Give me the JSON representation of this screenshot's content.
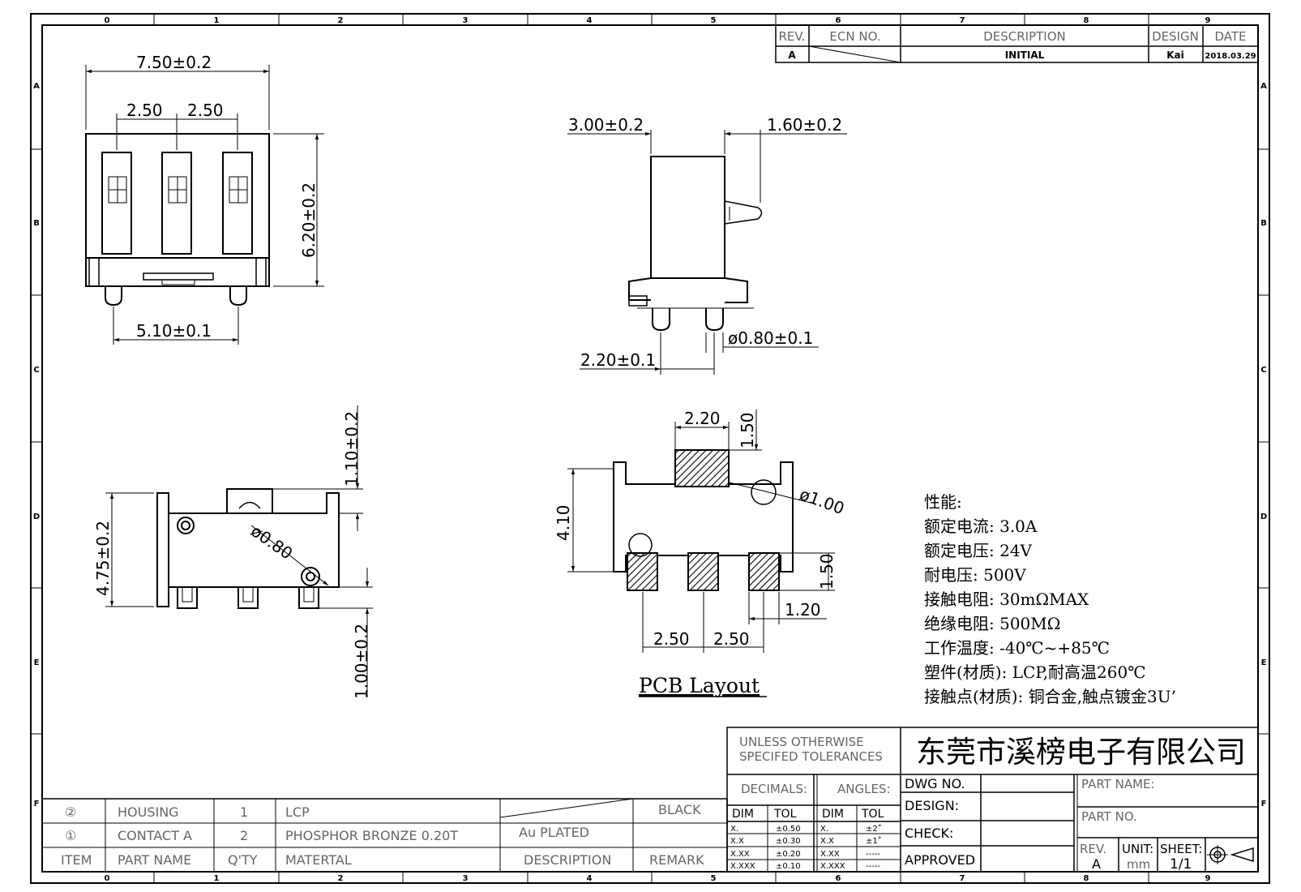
{
  "zones": {
    "cols": [
      "0",
      "1",
      "2",
      "3",
      "4",
      "5",
      "6",
      "7",
      "8",
      "9"
    ],
    "rows": [
      "A",
      "B",
      "C",
      "D",
      "E",
      "F"
    ]
  },
  "revision": {
    "headers": {
      "rev": "REV.",
      "ecn": "ECN NO.",
      "description": "DESCRIPTION",
      "design": "DESIGN",
      "date": "DATE"
    },
    "row": {
      "rev": "A",
      "description": "INITIAL",
      "design": "Kai",
      "date": "2018.03.29"
    }
  },
  "dimensions": {
    "front_width": "7.50±0.2",
    "front_pitch_1": "2.50",
    "front_pitch_2": "2.50",
    "front_height": "6.20±0.2",
    "front_pin_span": "5.10±0.1",
    "side_left": "3.00±0.2",
    "side_right": "1.60±0.2",
    "side_pin_dia": "ø0.80±0.1",
    "side_pin_pitch": "2.20±0.1",
    "bottom_top": "1.10±0.2",
    "bottom_height": "4.75±0.2",
    "bottom_hole": "ø0.80",
    "bottom_pin": "1.00±0.2",
    "pcb_pad_w": "2.20",
    "pcb_pad_h_top": "1.50",
    "pcb_height": "4.10",
    "pcb_hole": "ø1.00",
    "pcb_pad_h_bot": "1.50",
    "pcb_pad_w_small": "1.20",
    "pcb_pitch_1": "2.50",
    "pcb_pitch_2": "2.50"
  },
  "pcb_label": "PCB Layout",
  "specs": {
    "title": "性能:",
    "lines": [
      "额定电流: 3.0A",
      "额定电压: 24V",
      "耐电压: 500V",
      "接触电阻: 30mΩMAX",
      "绝缘电阻: 500MΩ",
      "工作温度: -40℃~+85℃",
      "塑件(材质): LCP,耐高温260℃",
      "接触点(材质): 铜合金,触点镀金3U’"
    ]
  },
  "title_block": {
    "tolerance_note_1": "UNLESS OTHERWISE",
    "tolerance_note_2": "SPECIFED TOLERANCES",
    "company": "东莞市溪榜电子有限公司",
    "decimals": "DECIMALS:",
    "angles": "ANGLES:",
    "dim": "DIM",
    "tol": "TOL",
    "dec_rows": [
      [
        "X.",
        "±0.50"
      ],
      [
        "X.X",
        "±0.30"
      ],
      [
        "X.XX",
        "±0.20"
      ],
      [
        "X.XXX",
        "±0.10"
      ]
    ],
    "ang_rows": [
      [
        "X.",
        "±2˚"
      ],
      [
        "X.X",
        "±1˚"
      ],
      [
        "X.XX",
        "-----"
      ],
      [
        "X.XXX",
        "-----"
      ]
    ],
    "dwg_no": "DWG NO.",
    "design": "DESIGN:",
    "check": "CHECK:",
    "approved": "APPROVED",
    "part_name": "PART NAME:",
    "part_no": "PART NO.",
    "rev_label": "REV.",
    "rev_value": "A",
    "unit_label": "UNIT:",
    "unit_value": "mm",
    "sheet_label": "SHEET:",
    "sheet_value": "1/1"
  },
  "bom": {
    "rows": [
      {
        "item": "②",
        "name": "HOUSING",
        "qty": "1",
        "material": "LCP",
        "description": "",
        "remark": "BLACK"
      },
      {
        "item": "①",
        "name": "CONTACT A",
        "qty": "2",
        "material": "PHOSPHOR BRONZE 0.20T",
        "description": "Au PLATED",
        "remark": ""
      }
    ],
    "header": {
      "item": "ITEM",
      "name": "PART NAME",
      "qty": "Q'TY",
      "material": "MATERTAL",
      "description": "DESCRIPTION",
      "remark": "REMARK"
    }
  }
}
